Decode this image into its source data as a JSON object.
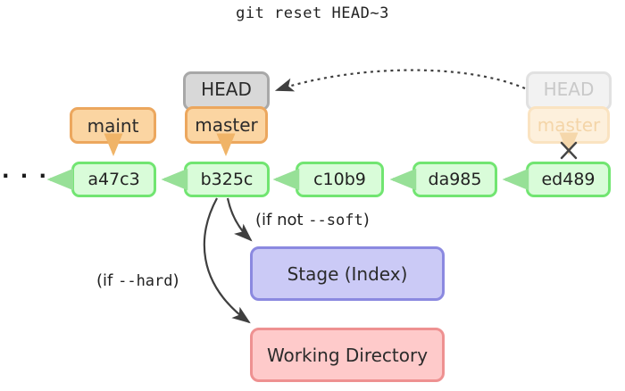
{
  "title": "git reset HEAD~3",
  "ellipsis": "· · ·",
  "refs": {
    "head": {
      "label": "HEAD"
    },
    "master": {
      "label": "master"
    },
    "maint": {
      "label": "maint"
    },
    "ghost_head": {
      "label": "HEAD"
    },
    "ghost_master": {
      "label": "master"
    }
  },
  "commits": [
    {
      "id": "a47c3"
    },
    {
      "id": "b325c"
    },
    {
      "id": "c10b9"
    },
    {
      "id": "da985"
    },
    {
      "id": "ed489"
    }
  ],
  "areas": {
    "stage": {
      "label": "Stage (Index)"
    },
    "working": {
      "label": "Working Directory"
    }
  },
  "annotations": {
    "soft": {
      "pre": "(if not ",
      "code": "--soft",
      "post": ")"
    },
    "hard": {
      "pre": "(if ",
      "code": "--hard",
      "post": ")"
    }
  },
  "colors": {
    "commit_fill": "#d9fcd9",
    "commit_border": "#71e571",
    "branch_fill": "#fbd5a2",
    "branch_border": "#eca75e",
    "head_fill": "#d8d8d8",
    "head_border": "#a8a8a8",
    "ghost_head_fill": "#f2f2f2",
    "ghost_head_border": "#e1e1e1",
    "ghost_head_text": "#c9c9c9",
    "ghost_branch_fill": "#fdf0dc",
    "ghost_branch_border": "#fae3c1",
    "ghost_branch_text": "#f4d5a8",
    "stage_fill": "#cbcaf6",
    "stage_border": "#8b89e0",
    "working_fill": "#fecaca",
    "working_border": "#ee9191",
    "arrow_green": "#97e097",
    "arrow_orange": "#f0b468",
    "arrow_ghost": "#f5d7ab",
    "arrow_dark": "#3f3f3f"
  }
}
